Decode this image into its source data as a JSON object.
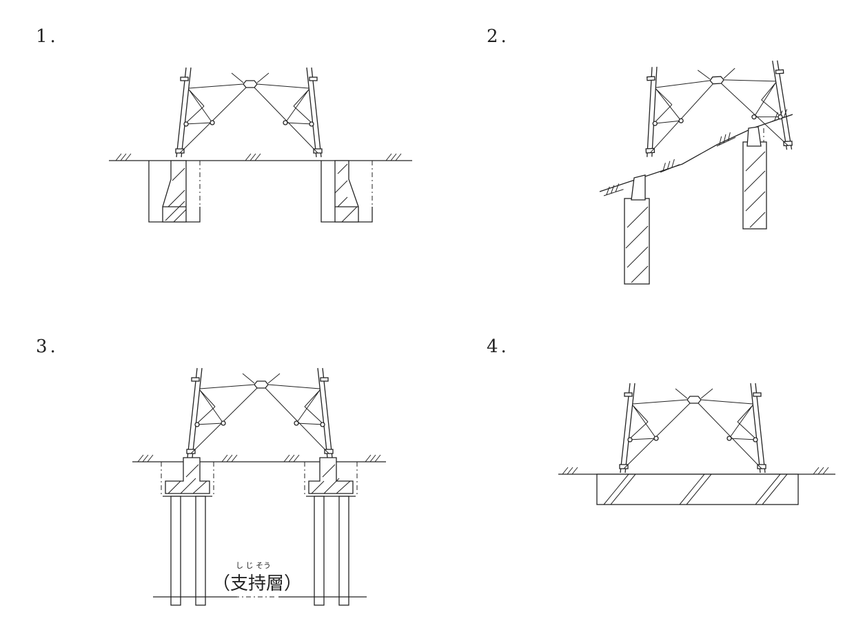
{
  "panels": [
    {
      "number": "1."
    },
    {
      "number": "2."
    },
    {
      "number": "3."
    },
    {
      "number": "4."
    }
  ],
  "annotation": {
    "bearing_layer_label": "（支持層）",
    "bearing_layer_ruby": "し じ そう"
  },
  "colors": {
    "line": "#222222",
    "background": "#ffffff"
  }
}
